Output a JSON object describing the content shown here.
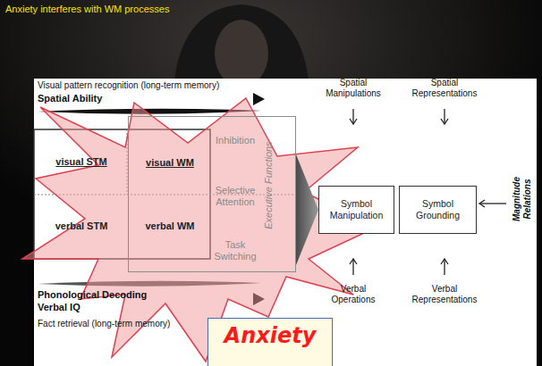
{
  "diagram": {
    "title": "Anxiety interferes with WM processes",
    "nodes": [
      {
        "text": [
          "Inhibition",
          "Selective Attention",
          "Task Switching",
          "Executive Functions"
        ]
      },
      {
        "text": [
          "visual STM"
        ]
      },
      {
        "text": [
          "verbal STM"
        ]
      },
      {
        "text": [
          "visual WM"
        ],
        "in": 0
      },
      {
        "text": [
          "verbal WM"
        ],
        "in": 0
      },
      {
        "text": [
          "Symbol Manipulation"
        ]
      },
      {
        "text": [
          "Symbol Grounding"
        ]
      },
      {
        "text": [
          "Anxiety"
        ]
      }
    ],
    "edges": [
      {
        "from": 0,
        "to": 5,
        "arrow": "to"
      }
    ],
    "labels": [
      "Visual pattern recognition (long-term memory)",
      "Spatial Ability",
      "Spatial Manipulations",
      "Spatial Representations",
      "Magnitude Relations",
      "Phonological Decoding",
      "Verbal IQ",
      "Fact retrieval (long-term memory)",
      "Verbal Operations",
      "Verbal Representations"
    ]
  }
}
